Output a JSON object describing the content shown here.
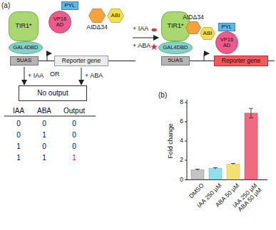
{
  "diagram": {
    "nodes": [
      {
        "text": [
          "TIR1*"
        ]
      },
      {
        "text": [
          "GAL4DBD"
        ]
      },
      {
        "text": [
          "PYL"
        ]
      },
      {
        "text": [
          "VP16 AD"
        ]
      },
      {
        "text": [
          "AIDΔ34"
        ]
      },
      {
        "text": [
          "ABI"
        ]
      },
      {
        "text": [
          "5UAS"
        ]
      },
      {
        "text": [
          "Reporter gene"
        ]
      },
      {
        "text": [
          "TIR1*"
        ]
      },
      {
        "text": [
          "GAL4DBD"
        ]
      },
      {
        "text": [
          "AIDΔ34"
        ]
      },
      {
        "text": [
          "ABI"
        ]
      },
      {
        "text": [
          "PYL"
        ]
      },
      {
        "text": [
          "VP16 AD"
        ]
      },
      {
        "text": [
          "5UAS"
        ]
      },
      {
        "text": [
          "Reporter gene"
        ]
      },
      {
        "text": [
          "No output"
        ]
      }
    ],
    "edges": [
      {
        "from": 6,
        "to": 16,
        "arrow": "to",
        "label": "+ IAA"
      },
      {
        "from": 7,
        "to": 16,
        "arrow": "to",
        "label": "+ ABA"
      }
    ],
    "labels": [
      "(a)",
      "+ IAA",
      "+ ABA",
      "OR",
      "IAA",
      "ABA",
      "Output",
      "0",
      "0",
      "0",
      "0",
      "1",
      "0",
      "1",
      "0",
      "0",
      "1",
      "1",
      "1",
      "(b)",
      "Fold change",
      "0",
      "2",
      "4",
      "6",
      "8",
      "DMSO",
      "IAA 250 µM",
      "ABA 50 µM",
      "IAA 250 µM ABA 50 µM"
    ]
  }
}
